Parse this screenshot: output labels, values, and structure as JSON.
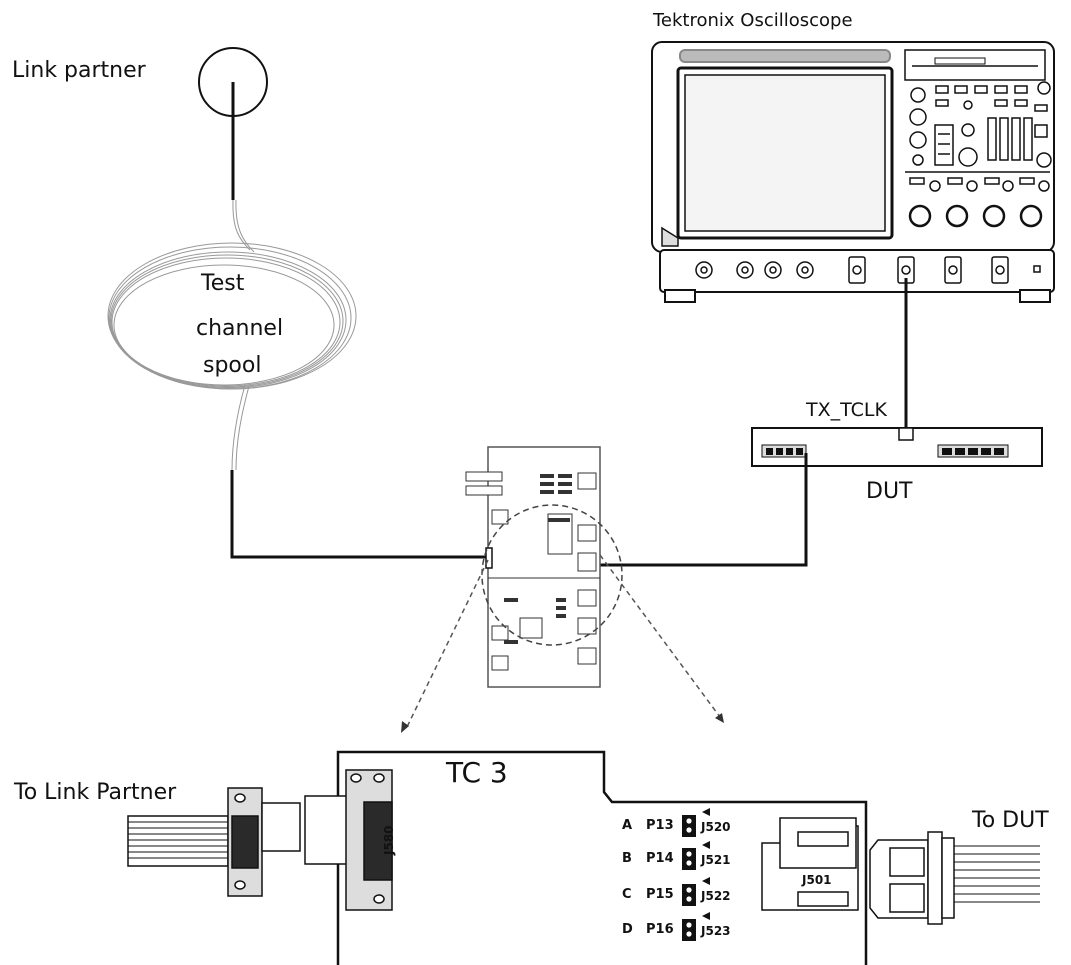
{
  "labels": {
    "oscilloscope": "Tektronix Oscilloscope",
    "link_partner": "Link partner",
    "spool_line1": "Test",
    "spool_line2": "channel",
    "spool_line3": "spool",
    "tx_tclk": "TX_TCLK",
    "dut": "DUT",
    "to_link_partner": "To Link Partner",
    "to_dut": "To DUT",
    "tc3": "TC 3",
    "j580": "J580",
    "j501": "J501"
  },
  "jumpers": [
    {
      "row": "A",
      "pin": "P13",
      "jumper": "J520"
    },
    {
      "row": "B",
      "pin": "P14",
      "jumper": "J521"
    },
    {
      "row": "C",
      "pin": "P15",
      "jumper": "J522"
    },
    {
      "row": "D",
      "pin": "P16",
      "jumper": "J523"
    }
  ],
  "colors": {
    "line": "#111111",
    "gray": "#888888",
    "connector_dark": "#2a2a2a"
  }
}
